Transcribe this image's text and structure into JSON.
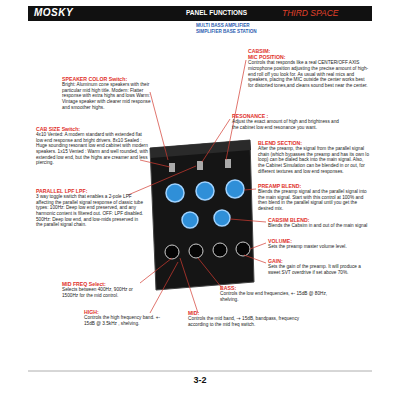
{
  "diagram": {
    "title": "PANEL FUNCTIONS",
    "labels": [
      "MOSKY",
      "THIRD SPACE",
      "MULTI BASS AMPLIFIER",
      "SIMPLIFIER BASE STATION",
      "SPEAKER COLOR Switch:",
      "Bright: Aluminum cone speakers with their particular mid high title. Modern: Flatter response with extra highs and lows Warm: Vintage speaker with clearer mid response and smoother highs.",
      "CAB SIZE Switch:",
      "4x10 Vented: A modern standard with extended flat low end response and bright drivers. 8x10 Sealed : Huge sounding resonant low end cabinet with modern speakers. 1x15 Vented : Warm and well rounded, with extended low end, but the highs are creamer and less piercing.",
      "PARALLEL LPF LPF:",
      "3 way toggle switch that enables a 2-pole LPF affecting the parallel signal response of classic tube types: 100Hz: Deep low end preserved, and any harmonic content is filtered out. OFF: LPF disabled. 500Hz: Deep low end, and low-mids preserved in the parallel signal chain.",
      "MID FREQ Select:",
      "Selects between 400Hz, 900Hz or 1500Hz for the mid control.",
      "HIGH:",
      "Controls the high frequency band. +- 15dB @ 3.5kHz , shelving.",
      "CABSIM:",
      "MIC POSITION:",
      "Controls that responds like a real CENTER/OFF AXIS microphone position adjusting the precise amount of high-end roll off you look for. As usual with real mics and speakers, placing the MIC outside the center works best for distorted tones,and cleans sound best near the center.",
      "RESONANCE :",
      "Adjust the exact amount of high and brightness and the cabinet low end resonance you want.",
      "BLEND SECTION:",
      "After the preamp, the signal from the parallel signal chain (which bypasses the preamp and has its own lo loop) can be dialed back into the main signal. Also, the Cabinet Simulation can be blended in or out, for different textures and low end responses.",
      "PREAMP BLEND:",
      "Blends the preamp signal and the parallel signal into the main signal. Start with this control at 100% and then blend in the parallel signal until you get the desired mix.",
      "CABSIM BLEND:",
      "Blends the Cabsim in and out of the main signal",
      "VOLUME:",
      "Sets the preamp master volume level.",
      "GAIN:",
      "Sets the gain of the preamp. It will produce a sweet SVT overdrive if set above 70%.",
      "BASS:",
      "Controls the low end frequencies, +- 15dB @ 80Hz, shelving.",
      "MID:",
      "Controls the mid band, -+ 15dB, bandpass, frequency according to the mid freq switch.",
      "3-2"
    ]
  }
}
